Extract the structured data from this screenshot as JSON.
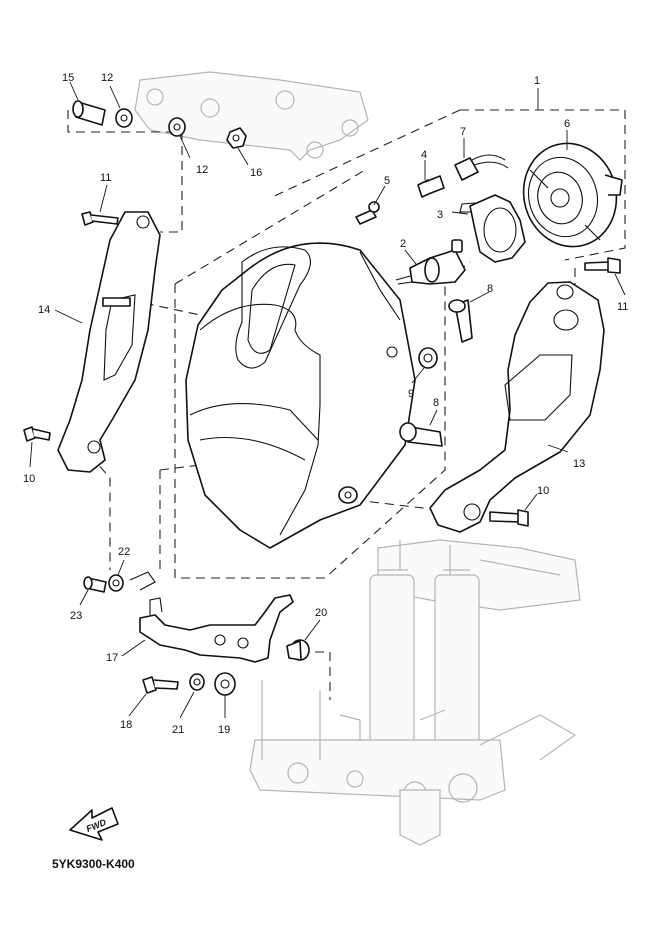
{
  "diagram_code": "5YK9300-K400",
  "fwd_label": "FWD",
  "callouts": {
    "c1": "1",
    "c2": "2",
    "c3": "3",
    "c4": "4",
    "c5": "5",
    "c6": "6",
    "c7": "7",
    "c8a": "8",
    "c8b": "8",
    "c9": "9",
    "c10a": "10",
    "c10b": "10",
    "c11a": "11",
    "c11b": "11",
    "c12a": "12",
    "c12b": "12",
    "c13": "13",
    "c14": "14",
    "c15": "15",
    "c16": "16",
    "c17": "17",
    "c18": "18",
    "c19": "19",
    "c20": "20",
    "c21": "21",
    "c22": "22",
    "c23": "23"
  }
}
